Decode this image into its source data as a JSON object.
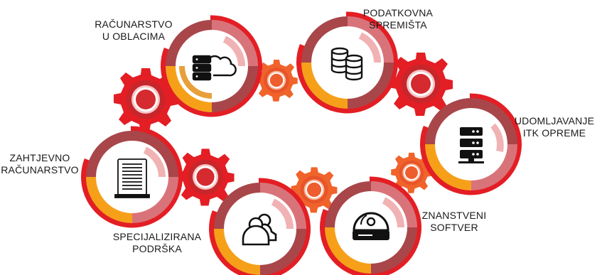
{
  "services": [
    {
      "id": "cloud",
      "icon": "cloud-server-icon",
      "lines": [
        "RAČUNARSTVO",
        "U OBLACIMA"
      ]
    },
    {
      "id": "storage",
      "icon": "database-icon",
      "lines": [
        "PODATKOVNA",
        "SPREMIŠTA"
      ]
    },
    {
      "id": "colocation",
      "icon": "server-rack-icon",
      "lines": [
        "UDOMLJAVANJE",
        "ITK OPREME"
      ]
    },
    {
      "id": "hpc",
      "icon": "supercomputer-icon",
      "lines": [
        "ZAHTJEVNO",
        "RAČUNARSTVO"
      ]
    },
    {
      "id": "support",
      "icon": "users-icon",
      "lines": [
        "SPECIJALIZIRANA",
        "PODRŠKA"
      ]
    },
    {
      "id": "software",
      "icon": "software-disc-icon",
      "lines": [
        "ZNANSTVENI",
        "SOFTVER"
      ]
    }
  ],
  "colors": {
    "red": "#e31e24",
    "darkred": "#b3262a",
    "maroon": "#a8464a",
    "rose": "#d9737a",
    "pink": "#f1b2b4",
    "orange": "#f6a01a",
    "gear_orange": "#f0632a"
  }
}
